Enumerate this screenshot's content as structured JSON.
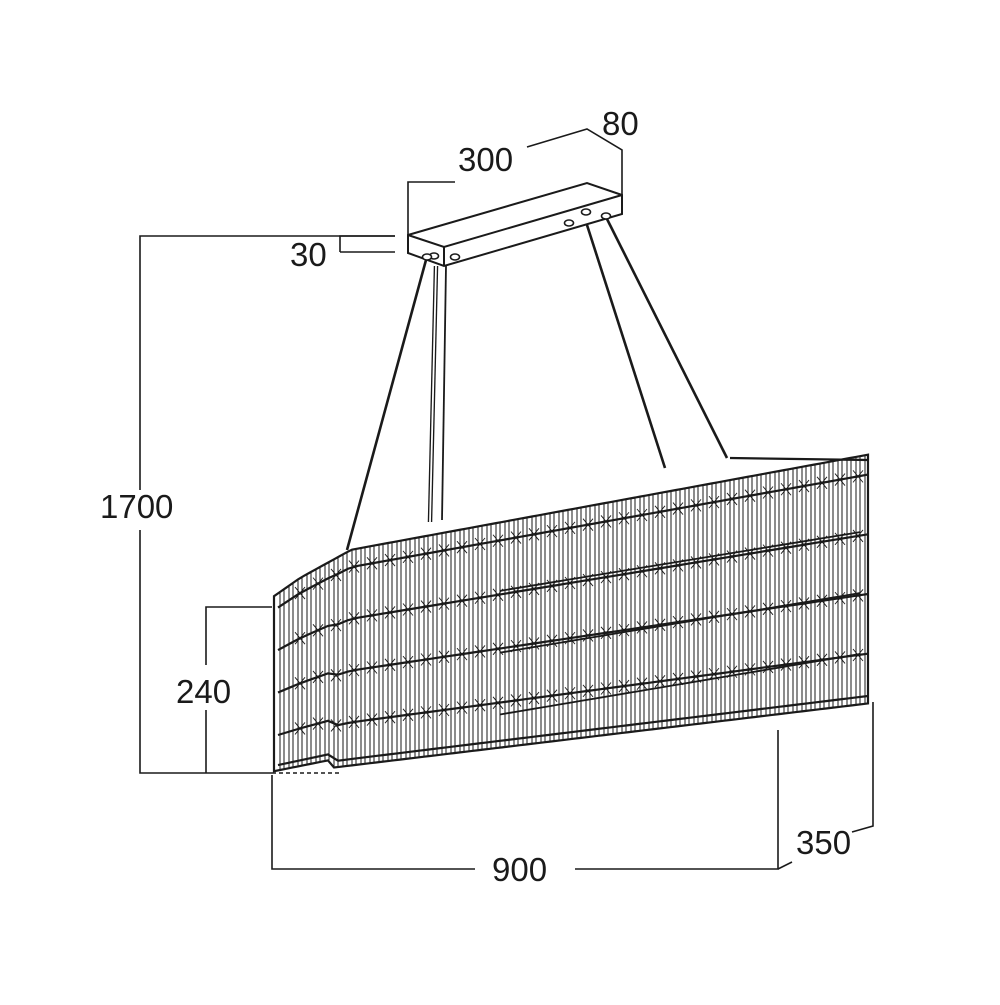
{
  "diagram": {
    "colors": {
      "line": "#1a1a1a",
      "background": "#ffffff"
    },
    "dimensions": {
      "canopy_length": "300",
      "canopy_depth": "80",
      "canopy_height": "30",
      "overall_height": "1700",
      "body_height": "240",
      "body_length": "900",
      "body_depth": "350"
    }
  }
}
